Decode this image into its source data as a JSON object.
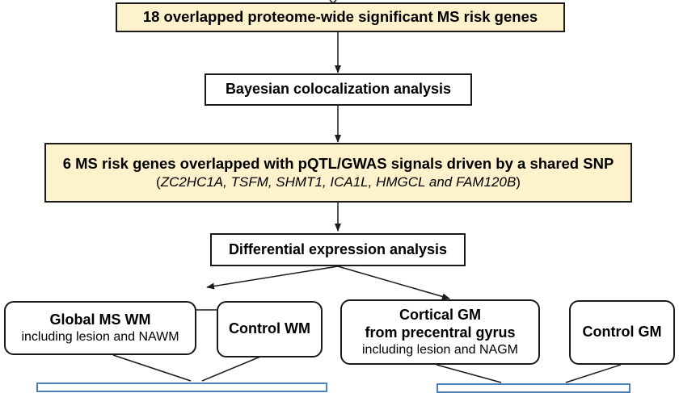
{
  "boxes": {
    "overlapped_genes": "18 overlapped proteome-wide significant MS risk genes",
    "bayesian": "Bayesian colocalization analysis",
    "six_genes_title": "6 MS risk genes overlapped with pQTL/GWAS signals driven by a shared SNP",
    "six_genes_paren_open": "(",
    "six_genes_list": "ZC2HC1A, TSFM, SHMT1, ICA1L, HMGCL and FAM120B",
    "six_genes_paren_close": ")",
    "differential": "Differential expression analysis",
    "global_ms_wm_title": "Global MS WM",
    "global_ms_wm_sub": "including lesion and NAWM",
    "control_wm": "Control WM",
    "cortical_gm_line1": "Cortical GM",
    "cortical_gm_line2": "from precentral gyrus",
    "cortical_gm_sub": "including lesion and NAGM",
    "control_gm": "Control GM"
  },
  "colors": {
    "highlight_fill": "#fdf2cc",
    "border": "#1a1a1a",
    "result_border": "#4f81bd"
  }
}
